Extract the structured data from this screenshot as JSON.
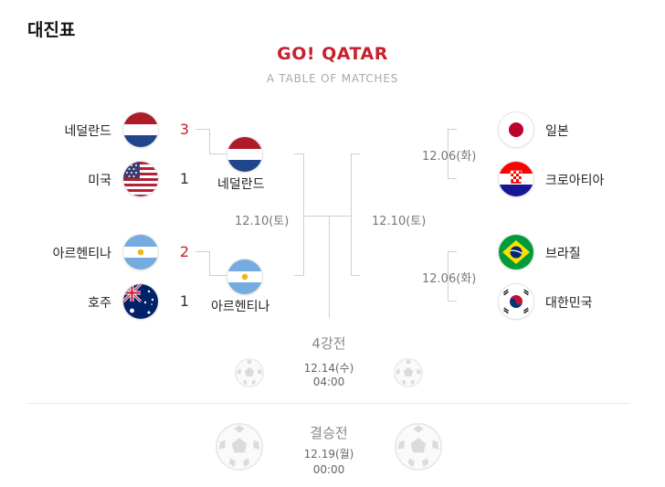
{
  "header": {
    "title": "대진표"
  },
  "brand": {
    "logo": "GO! QATAR",
    "subtitle": "A TABLE OF MATCHES"
  },
  "left_bracket": {
    "match1": {
      "team1": {
        "name": "네덜란드",
        "score": "3",
        "flag": "netherlands-flag"
      },
      "team2": {
        "name": "미국",
        "score": "1",
        "flag": "usa-flag"
      },
      "winner": "네덜란드"
    },
    "match2": {
      "team1": {
        "name": "아르헨티나",
        "score": "2",
        "flag": "argentina-flag"
      },
      "team2": {
        "name": "호주",
        "score": "1",
        "flag": "australia-flag"
      },
      "winner": "아르헨티나"
    },
    "qf_date": "12.10(토)"
  },
  "right_bracket": {
    "match1": {
      "team1": {
        "name": "일본",
        "flag": "japan-flag"
      },
      "team2": {
        "name": "크로아티아",
        "flag": "croatia-flag"
      },
      "date": "12.06(화)"
    },
    "match2": {
      "team1": {
        "name": "브라질",
        "flag": "brazil-flag"
      },
      "team2": {
        "name": "대한민국",
        "flag": "korea-flag"
      },
      "date": "12.06(화)"
    },
    "qf_date": "12.10(토)"
  },
  "semifinal": {
    "title": "4강전",
    "date": "12.14(수)",
    "time": "04:00"
  },
  "final": {
    "title": "결승전",
    "date": "12.19(월)",
    "time": "00:00"
  },
  "colors": {
    "accent": "#c8202c",
    "line": "#cfcfcf",
    "muted": "#888888"
  }
}
